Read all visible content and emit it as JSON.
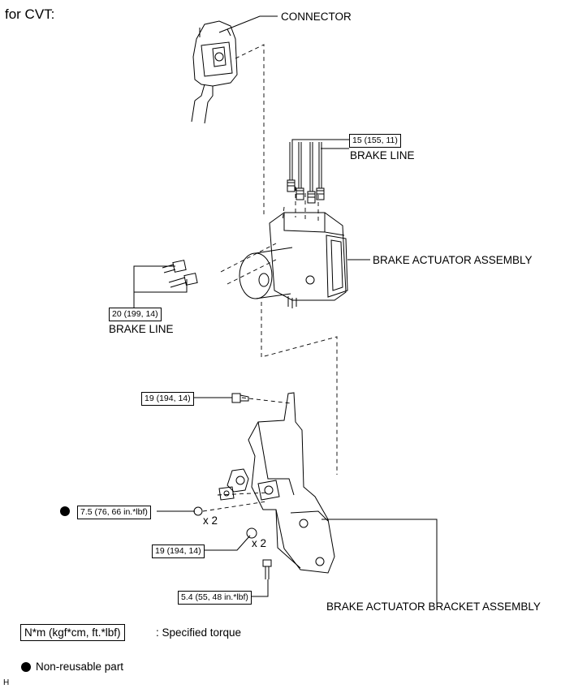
{
  "header": {
    "title": "for CVT:"
  },
  "callouts": {
    "connector": "CONNECTOR",
    "brake_line_top": "BRAKE LINE",
    "brake_line_left": "BRAKE LINE",
    "brake_actuator_assembly": "BRAKE ACTUATOR ASSEMBLY",
    "brake_actuator_bracket_assembly": "BRAKE ACTUATOR BRACKET ASSEMBLY"
  },
  "torques": {
    "brake_line_top": "15 (155, 11)",
    "brake_line_left": "20 (199, 14)",
    "bracket_bolt": "19 (194, 14)",
    "nut_non_reusable": "7.5 (76, 66 in.*lbf)",
    "nut_lower": "19 (194, 14)",
    "bottom_bolt": "5.4 (55, 48 in.*lbf)"
  },
  "quantities": {
    "nut_upper": "x 2",
    "nut_lower": "x 2"
  },
  "legend": {
    "torque_unit": "N*m (kgf*cm, ft.*lbf)",
    "torque_desc": ": Specified torque",
    "non_reusable": "Non-reusable part"
  },
  "footer": {
    "code": "H"
  }
}
